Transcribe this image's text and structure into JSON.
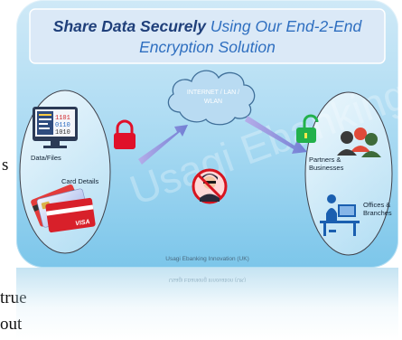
{
  "headline": {
    "part_bold": "Share Data Securely",
    "part_light": "Using Our End-2-End Encryption Solution"
  },
  "nodes": {
    "left": [
      "Data/Files",
      "Card Details"
    ],
    "cloud": "INTERNET / LAN / WLAN",
    "right": [
      "Partners & Businesses",
      "Offices & Branches"
    ]
  },
  "watermark": "Usagi Ebanking",
  "footer": "Usagi Ebanking Innovation (UK)",
  "page_text": {
    "s_fragment": "s",
    "true_fragment": "true",
    "out_fragment": "out"
  },
  "colors": {
    "locked": "#e0102a",
    "unlocked": "#22b14c",
    "arrow": "#8a8fd8",
    "card_bg": "#aedcf3"
  }
}
